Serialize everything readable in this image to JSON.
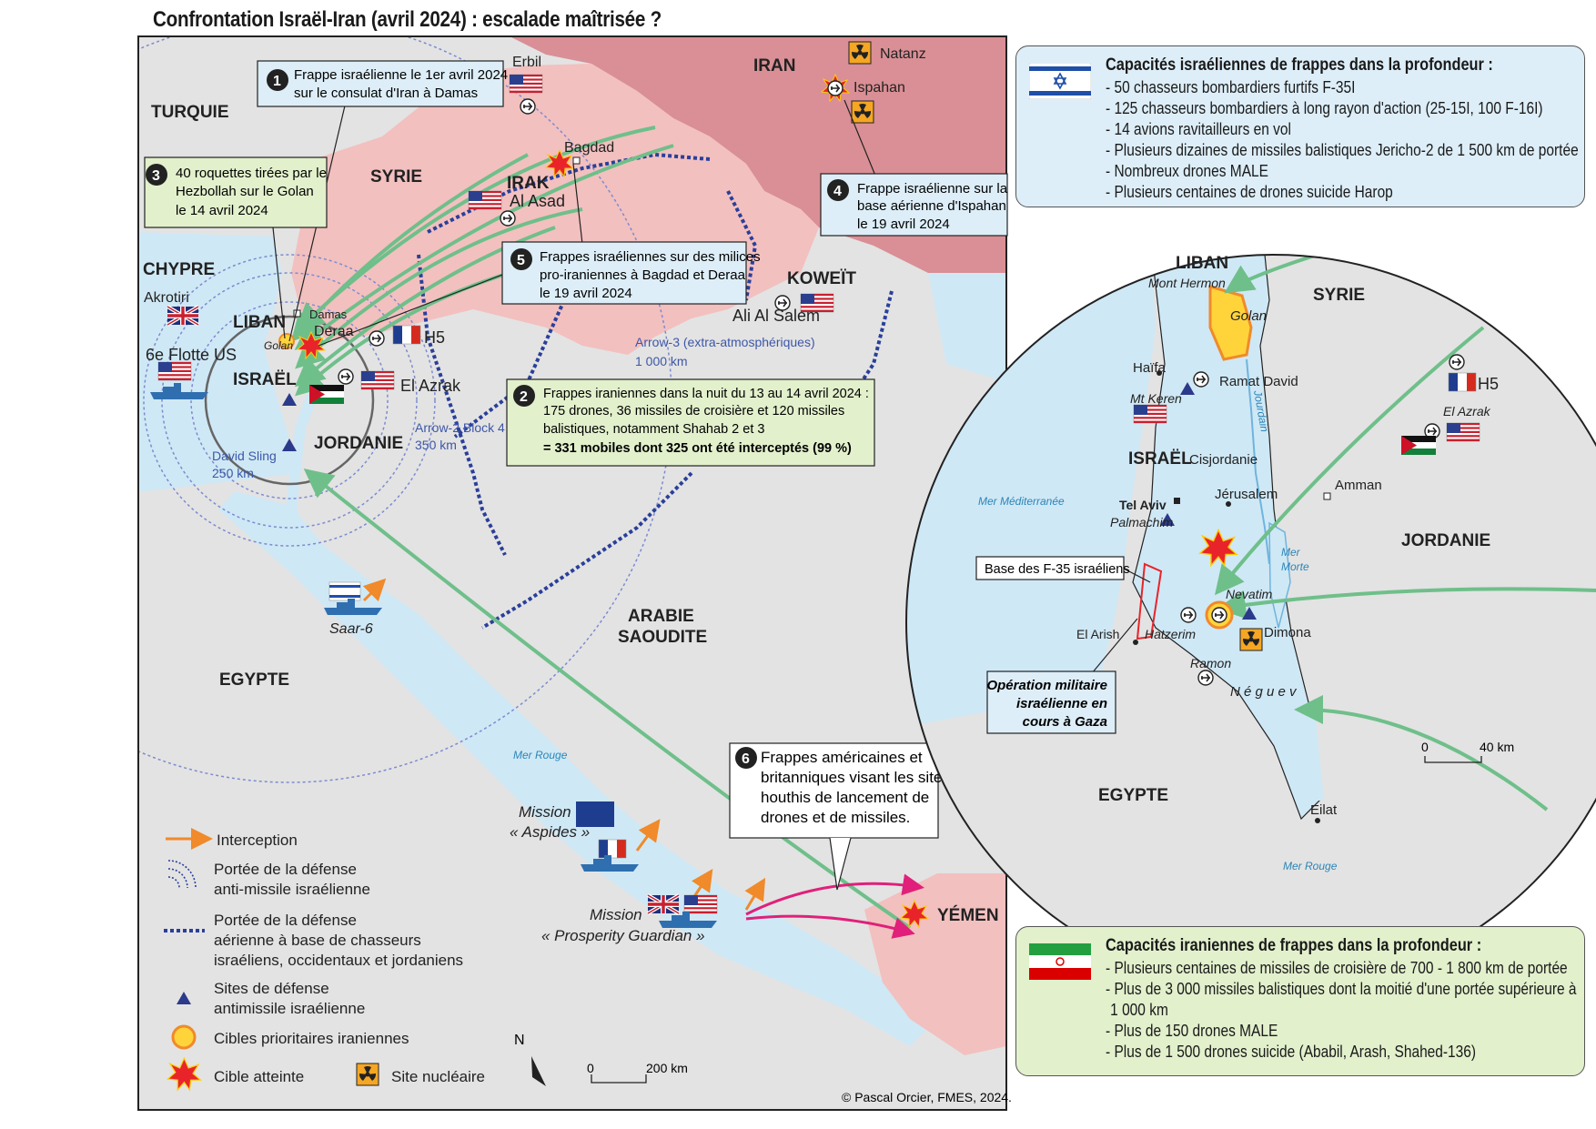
{
  "title": "Confrontation Israël-Iran (avril 2024) : escalade maîtrisée ?",
  "countries": {
    "turquie": "TURQUIE",
    "syrie": "SYRIE",
    "iran": "IRAN",
    "irak": "IRAK",
    "chypre": "CHYPRE",
    "liban": "LIBAN",
    "israel": "ISRAËL",
    "jordanie": "JORDANIE",
    "koweit": "KOWEÏT",
    "arabie": "ARABIE",
    "saoudite": "SAOUDITE",
    "egypte": "EGYPTE",
    "yemen": "YÉMEN"
  },
  "places": {
    "erbil": "Erbil",
    "bagdad": "Bagdad",
    "al_asad": "Al Asad",
    "natanz": "Natanz",
    "ispahan": "Ispahan",
    "akrotiri": "Akrotiri",
    "flotte": "6e Flotte US",
    "damas": "Damas",
    "deraa": "Deraa",
    "golan": "Golan",
    "h5": "H5",
    "el_azrak": "El Azrak",
    "ali_al_salem": "Ali Al Salem",
    "saar6": "Saar-6",
    "mer_rouge": "Mer Rouge"
  },
  "ranges": {
    "arrow3": "Arrow-3 (extra-atmosphériques)",
    "arrow3_km": "1 000 km",
    "arrow2": "Arrow-2 Block 4",
    "arrow2_km": "350 km",
    "david": "David Sling",
    "david_km": "250 km"
  },
  "callouts": {
    "c1": [
      "Frappe israélienne le 1er avril 2024",
      "sur le consulat d'Iran à Damas"
    ],
    "c3": [
      "40 roquettes tirées par le",
      "Hezbollah sur le Golan",
      "le 14 avril 2024"
    ],
    "c4": [
      "Frappe israélienne sur la",
      "base aérienne d'Ispahan",
      "le 19 avril 2024"
    ],
    "c5": [
      "Frappes israéliennes sur des milices",
      "pro-iraniennes à Bagdad et Deraa",
      "le 19 avril 2024"
    ],
    "c2": [
      "Frappes iraniennes dans la nuit du 13 au 14 avril 2024 :",
      "175 drones, 36 missiles de croisière et 120 missiles",
      "balistiques, notamment Shahab 2 et 3"
    ],
    "c2_bold": "= 331 mobiles dont 325 ont été interceptés (99 %)",
    "c6": [
      "Frappes américaines et",
      "britanniques visant les sites",
      "houthis de lancement de",
      "drones et de missiles."
    ]
  },
  "missions": {
    "aspides_1": "Mission",
    "aspides_2": "« Aspides »",
    "prosperity_1": "Mission",
    "prosperity_2": "« Prosperity Guardian »"
  },
  "legend": {
    "interception": "Interception",
    "antimissile_1": "Portée de la défense",
    "antimissile_2": "anti-missile israélienne",
    "aerienne_1": "Portée de la défense",
    "aerienne_2": "aérienne à base de chasseurs",
    "aerienne_3": "israéliens, occidentaux et jordaniens",
    "sites_1": "Sites de défense",
    "sites_2": "antimissile israélienne",
    "cibles": "Cibles prioritaires iraniennes",
    "atteinte": "Cible atteinte",
    "nucleaire": "Site nucléaire"
  },
  "scale_main": {
    "zero": "0",
    "km": "200 km"
  },
  "north": "N",
  "credit": "© Pascal Orcier, FMES, 2024.",
  "israel_box": {
    "heading": "Capacités israéliennes de frappes dans la profondeur :",
    "items": [
      "50 chasseurs bombardiers furtifs F-35I",
      "125 chasseurs bombardiers à long rayon d'action (25-15I, 100 F-16I)",
      "14 avions ravitailleurs en vol",
      "Plusieurs dizaines de missiles balistiques Jericho-2 de 1 500 km de portée",
      "Nombreux drones MALE",
      "Plusieurs centaines de drones suicide Harop"
    ]
  },
  "iran_box": {
    "heading": "Capacités iraniennes de frappes dans la profondeur :",
    "items": [
      "Plusieurs centaines de missiles de croisière de 700 - 1 800 km de portée",
      "Plus de 3 000 missiles balistiques dont la moitié d'une portée supérieure à",
      "1 000 km",
      "Plus de 150 drones MALE",
      "Plus de 1 500 drones suicide (Ababil, Arash, Shahed-136)"
    ]
  },
  "inset": {
    "liban": "LIBAN",
    "syrie": "SYRIE",
    "mont_hermon": "Mont Hermon",
    "golan": "Golan",
    "haifa": "Haïfa",
    "ramat_david": "Ramat David",
    "mt_keren": "Mt Keren",
    "h5": "H5",
    "el_azrak": "El Azrak",
    "israel": "ISRAËL",
    "cisjordanie": "Cisjordanie",
    "jourdain": "Jourdain",
    "amman": "Amman",
    "mer_med": "Mer Méditerranée",
    "tel_aviv": "Tel Aviv",
    "palmachim": "Palmachim",
    "jerusalem": "Jérusalem",
    "jordanie": "JORDANIE",
    "mer_morte_1": "Mer",
    "mer_morte_2": "Morte",
    "base_f35": "Base des F-35 israéliens",
    "nevatim": "Nevatim",
    "el_arish": "El Arish",
    "hatzerim": "Hatzerim",
    "dimona": "Dimona",
    "ramon": "Ramon",
    "negev": "N é g u e v",
    "op_1": "Opération militaire",
    "op_2": "israélienne en",
    "op_3": "cours à Gaza",
    "egypte": "EGYPTE",
    "eilat": "Eilat",
    "mer_rouge": "Mer Rouge",
    "scale_0": "0",
    "scale_km": "40 km"
  }
}
